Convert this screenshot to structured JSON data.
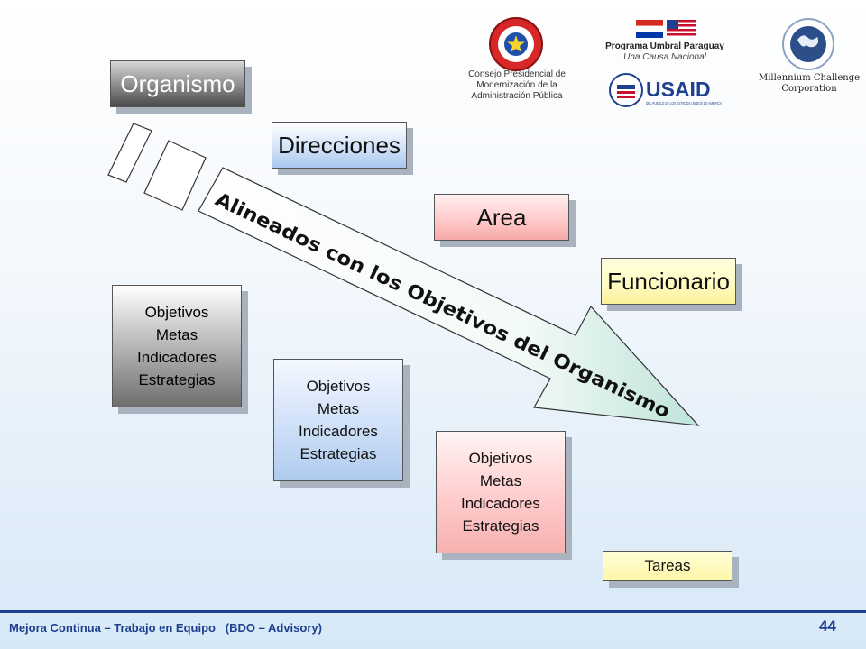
{
  "diagram": {
    "levels": {
      "organismo": "Organismo",
      "direcciones": "Direcciones",
      "area": "Area",
      "funcionario": "Funcionario"
    },
    "arrow_text": "Alineados con los Objetivos del Organismo",
    "objective_boxes": [
      {
        "lines": [
          "Objetivos",
          "Metas",
          "Indicadores",
          "Estrategias"
        ]
      },
      {
        "lines": [
          "Objetivos",
          "Metas",
          "Indicadores",
          "Estrategias"
        ]
      },
      {
        "lines": [
          "Objetivos",
          "Metas",
          "Indicadores",
          "Estrategias"
        ]
      }
    ],
    "tareas": "Tareas"
  },
  "logos": {
    "consejo": [
      "Consejo Presidencial de",
      "Modernización de la",
      "Administración Pública"
    ],
    "umbral_title": "Programa Umbral Paraguay",
    "umbral_subtitle": "Una Causa Nacional",
    "usaid_name": "USAID",
    "usaid_sub": "DEL PUEBLO DE LOS ESTADOS UNIDOS DE AMÉRICA",
    "mcc": [
      "Millennium Challenge",
      "Corporation"
    ]
  },
  "colors": {
    "footer_blue": "#1f3f8f",
    "usaid_blue": "#1f3f8f",
    "usaid_red": "#c8102e"
  },
  "footer": {
    "text": "Mejora Continua – Trabajo en Equipo   (BDO – Advisory)",
    "page_number": "44"
  }
}
